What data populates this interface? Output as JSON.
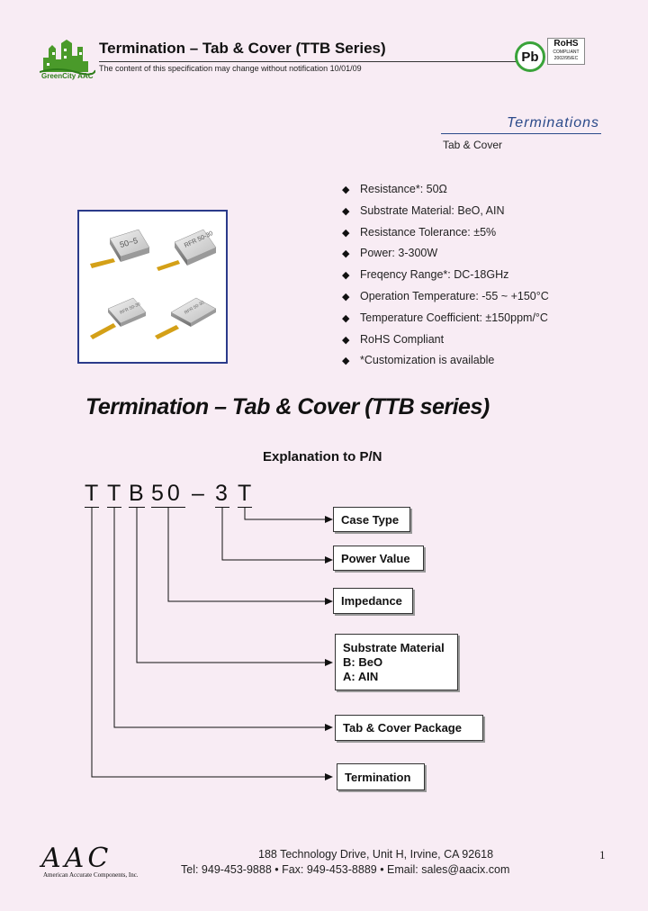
{
  "header": {
    "logo_text": "GreenCity AAC",
    "title": "Termination – Tab & Cover (TTB Series)",
    "note": "The content of this specification may change without notification 10/01/09",
    "rohs": {
      "pb": "Pb",
      "label": "RoHS",
      "compliant": "COMPLIANT",
      "directive": "2002/95/EC"
    }
  },
  "category": {
    "label": "Terminations",
    "sub": "Tab & Cover"
  },
  "product_photo": {
    "chip_labels": [
      "50~5",
      "RFR 50-30",
      "RFR 50-30",
      "RFR 50-30"
    ]
  },
  "features": [
    "Resistance*: 50Ω",
    "Substrate Material: BeO, AIN",
    "Resistance Tolerance: ±5%",
    "Power: 3-300W",
    "Freqency Range*: DC-18GHz",
    "Operation Temperature: -55 ~ +150°C",
    "Temperature Coefficient: ±150ppm/°C",
    "RoHS Compliant",
    "*Customization is available"
  ],
  "bullet_glyph": "◆",
  "main_title": "Termination – Tab & Cover (TTB series)",
  "pn_explanation": {
    "heading": "Explanation to P/N",
    "chars": [
      "T",
      "T",
      "B",
      "50",
      "–",
      "3",
      "T"
    ],
    "boxes": {
      "case_type": "Case Type",
      "power_value": "Power Value",
      "impedance": "Impedance",
      "substrate_title": "Substrate Material",
      "substrate_b": "B: BeO",
      "substrate_a": "A: AIN",
      "package": "Tab & Cover Package",
      "termination": "Termination"
    }
  },
  "footer": {
    "logo": "AAC",
    "logo_sub": "American Accurate Components, Inc.",
    "address": "188 Technology Drive, Unit H, Irvine, CA 92618",
    "contact": "Tel: 949-453-9888 • Fax: 949-453-8889 • Email: sales@aacix.com",
    "page_number": "1"
  }
}
